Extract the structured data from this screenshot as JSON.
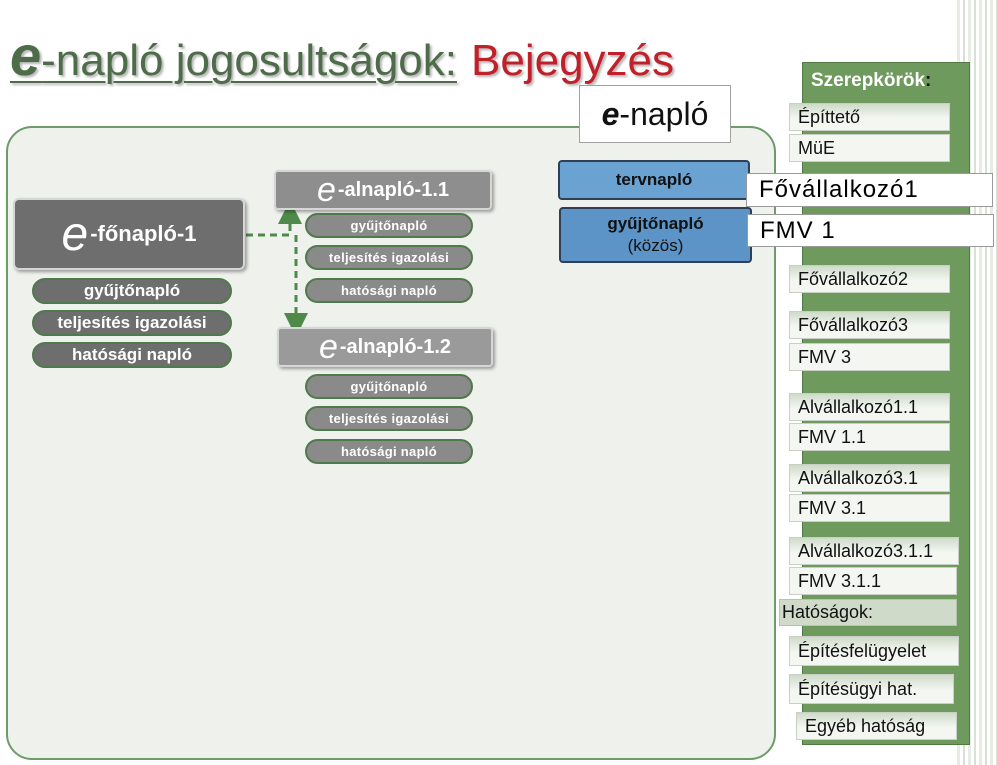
{
  "title": {
    "e": "e",
    "main": "-napló jogosultságok:",
    "highlight": "Bejegyzés"
  },
  "enaplo_label": {
    "e": "e",
    "text": "-napló"
  },
  "fonaplo": {
    "e": "e",
    "label": "-főnapló-1",
    "items": [
      "gyűjtőnapló",
      "teljesítés igazolási",
      "hatósági napló"
    ]
  },
  "alnaplo_11": {
    "e": "e",
    "label": "-alnapló-1.1",
    "items": [
      "gyűjtőnapló",
      "teljesítés igazolási",
      "hatósági napló"
    ]
  },
  "alnaplo_12": {
    "e": "e",
    "label": "-alnapló-1.2",
    "items": [
      "gyűjtőnapló",
      "teljesítés igazolási",
      "hatósági napló"
    ]
  },
  "tervnaplo": "tervnapló",
  "gyujtonaplo_kozos": {
    "line1": "gyűjtőnapló",
    "line2": "(közös)"
  },
  "labels": {
    "fovallalkozo1": "Fővállalkozó1",
    "fmv1": "FMV 1"
  },
  "sidebar": {
    "title": "Szerepkörök",
    "colon": ":",
    "roles": [
      "Építtető",
      "MüE",
      "Fővállalkozó2",
      "Fővállalkozó3",
      "FMV 3",
      "Alvállalkozó1.1",
      "FMV 1.1",
      "Alvállalkozó3.1",
      "FMV 3.1",
      "Alvállalkozó3.1.1",
      "FMV 3.1.1"
    ],
    "authorities_label": "Hatóságok:",
    "authorities": [
      "Építésfelügyelet",
      "Építésügyi hat.",
      "Egyéb hatóság"
    ]
  },
  "colors": {
    "title_green": "#4e6b4a",
    "title_red": "#c0202a",
    "panel_fill": "#eef1ec",
    "panel_border": "#6f9a6a",
    "sidebar_green": "#6f9a5e",
    "blue_box": "#6aa3d2",
    "arrow_green": "#4f8a4a"
  }
}
